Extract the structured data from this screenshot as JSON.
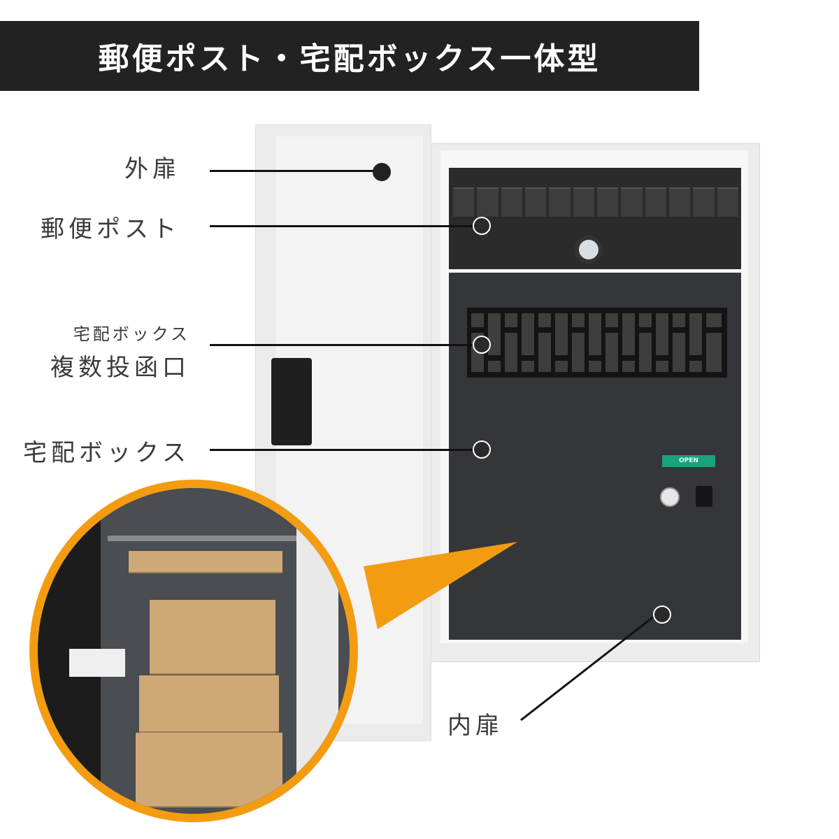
{
  "header": {
    "title": "郵便ポスト・宅配ボックス一体型"
  },
  "colors": {
    "title_bg": "#222222",
    "accent_orange": "#f39c12",
    "cabinet_dark": "#34363a",
    "open_tag_green": "#1aa27a"
  },
  "callouts": [
    {
      "id": "outer-door",
      "label": "外扉"
    },
    {
      "id": "mail-post",
      "label": "郵便ポスト"
    },
    {
      "id": "multi-slot",
      "label_small": "宅配ボックス",
      "label": "複数投函口"
    },
    {
      "id": "delivery-box",
      "label": "宅配ボックス"
    },
    {
      "id": "inner-door",
      "label": "内扉"
    }
  ],
  "product": {
    "open_tag": "OPEN"
  }
}
